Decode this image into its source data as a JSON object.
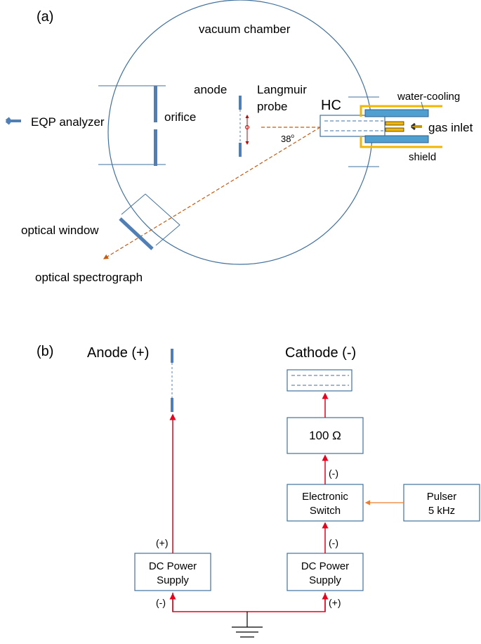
{
  "panel_a": {
    "label": "(a)",
    "vacuum_chamber": "vacuum chamber",
    "anode": "anode",
    "langmuir_line1": "Langmuir",
    "langmuir_line2": "probe",
    "hc": "HC",
    "water_cooling": "water-cooling",
    "gas_inlet": "gas inlet",
    "shield": "shield",
    "eqp_analyzer": "EQP analyzer",
    "orifice": "orifice",
    "angle": "38",
    "angle_unit": "o",
    "optical_window": "optical window",
    "optical_spectrograph": "optical spectrograph"
  },
  "panel_b": {
    "label": "(b)",
    "anode_title": "Anode (+)",
    "cathode_title": "Cathode (-)",
    "resistor": "100 Ω",
    "switch_line1": "Electronic",
    "switch_line2": "Switch",
    "pulser_line1": "Pulser",
    "pulser_line2": "5 kHz",
    "dc_left_line1": "DC Power",
    "dc_left_line2": "Supply",
    "dc_right_line1": "DC Power",
    "dc_right_line2": "Supply",
    "pol_left_plus": "(+)",
    "pol_left_minus": "(-)",
    "pol_right_plus": "(+)",
    "pol_right_minus_lower": "(-)",
    "pol_right_minus_upper": "(-)"
  },
  "colors": {
    "chamber": "#41719c",
    "part": "#4f7fb5",
    "wire": "#e8001c",
    "optical": "#c55a11",
    "shield": "#f2b500",
    "pulse_arrow": "#ed7d31"
  }
}
